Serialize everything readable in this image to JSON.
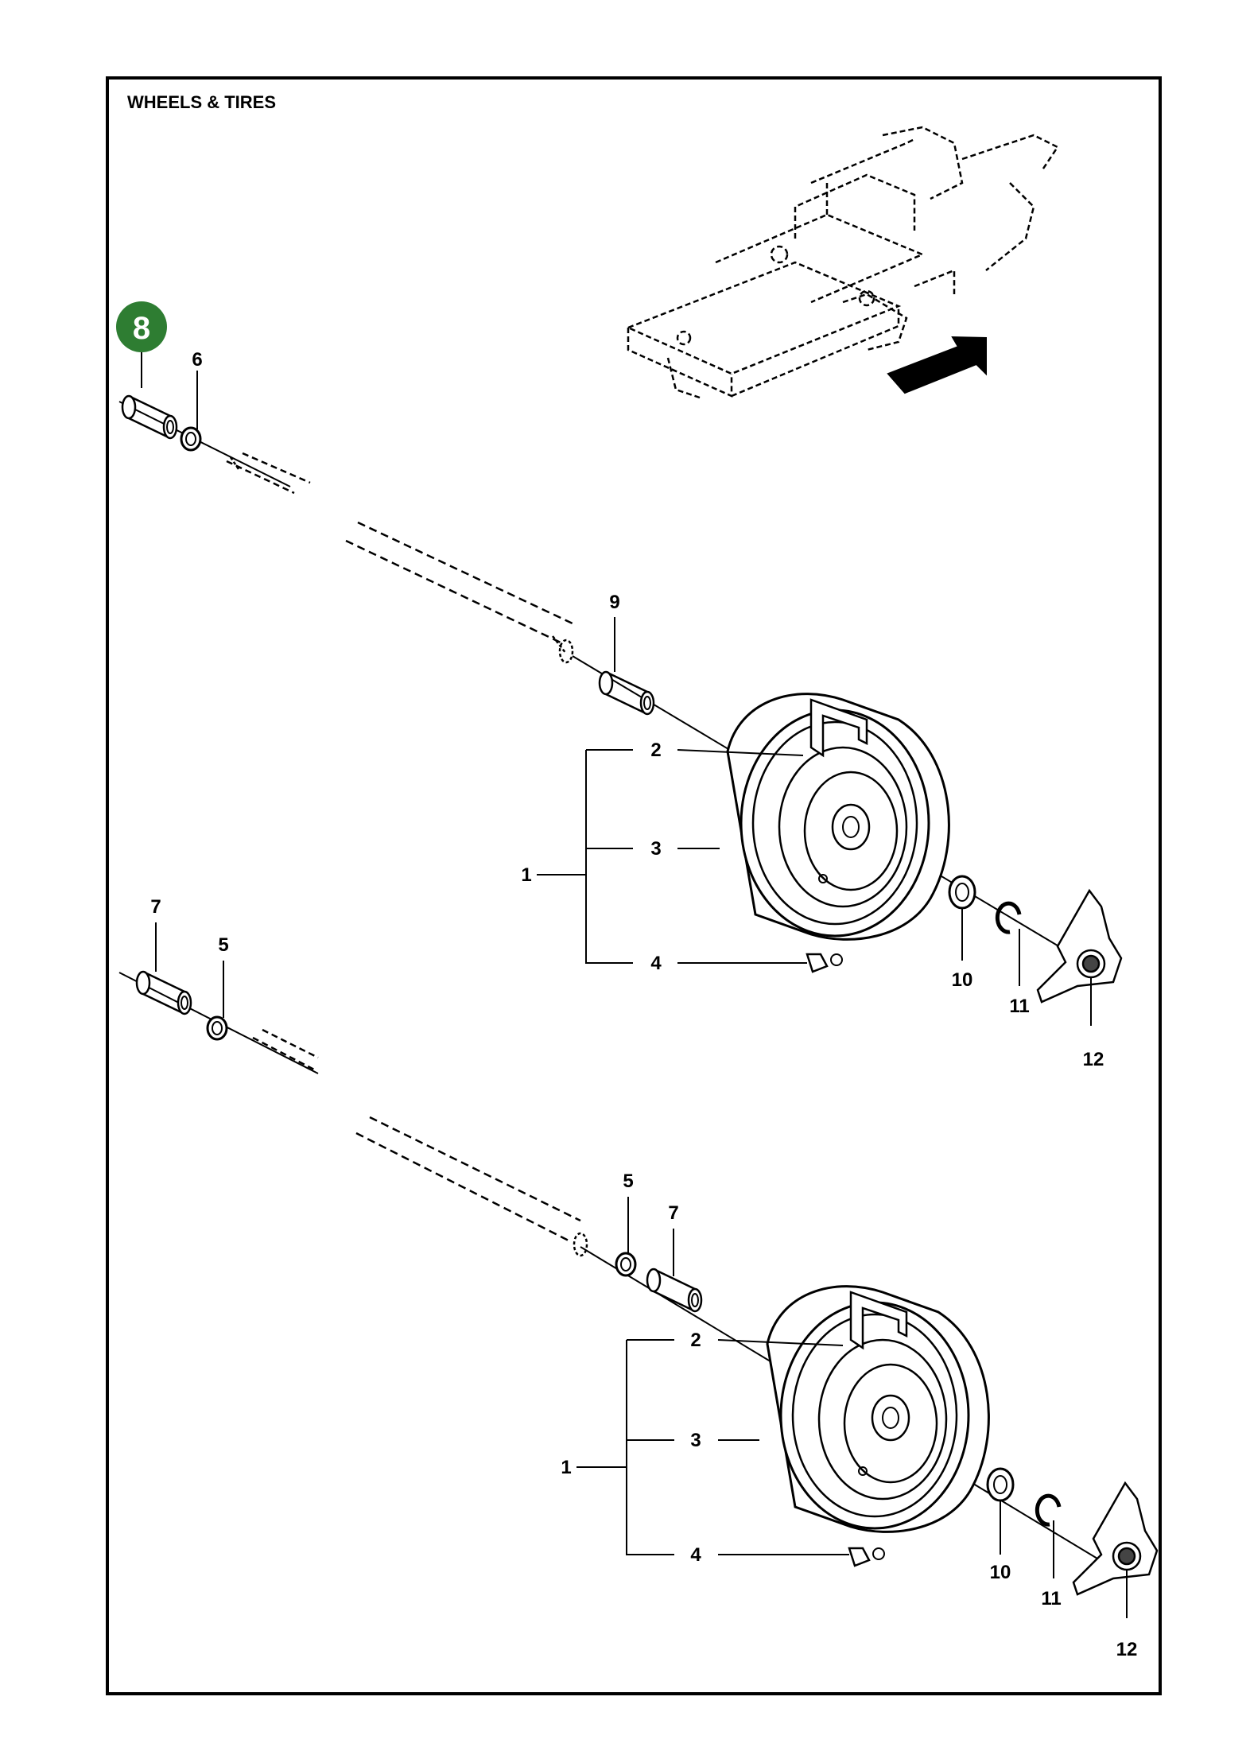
{
  "title": "WHEELS & TIRES",
  "badge": {
    "number": "8",
    "color": "#2e7d32"
  },
  "callouts_upper": {
    "item1": "1",
    "item2": "2",
    "item3": "3",
    "item4": "4",
    "item6": "6",
    "item9": "9",
    "item10": "10",
    "item11": "11",
    "item12": "12"
  },
  "callouts_lower": {
    "item1": "1",
    "item2": "2",
    "item3": "3",
    "item4": "4",
    "item5a": "5",
    "item7a": "7",
    "item5b": "5",
    "item7b": "7",
    "item10": "10",
    "item11": "11",
    "item12": "12"
  },
  "icons": [
    "frame-overview-icon",
    "front-direction-arrow-icon"
  ]
}
